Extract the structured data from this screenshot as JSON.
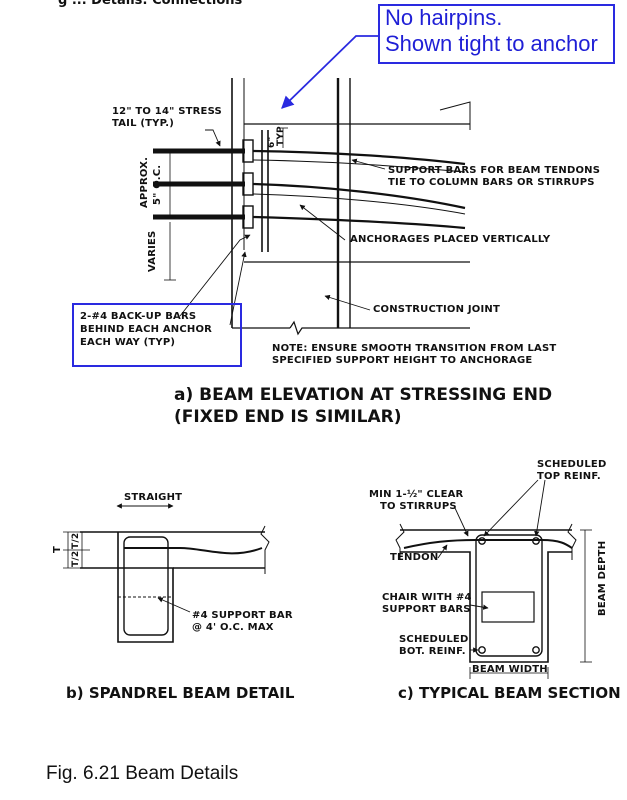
{
  "header_partial": "g  ... Details: Connections",
  "callout": {
    "line1": "No hairpins.",
    "line2": "Shown tight to anchor",
    "color": "#2a2ae0"
  },
  "elevation": {
    "stress_tail_l1": "12\" TO 14\" STRESS",
    "stress_tail_l2": "TAIL (TYP.)",
    "dim_6": "6\"",
    "typ": "TYP",
    "approx_l1": "APPROX.",
    "approx_l2": "5\" O.C.",
    "varies": "VARIES",
    "support_l1": "SUPPORT BARS FOR BEAM TENDONS",
    "support_l2": "TIE TO COLUMN BARS OR STIRRUPS",
    "anchorages": "ANCHORAGES PLACED VERTICALLY",
    "construction": "CONSTRUCTION JOINT",
    "backup_l1": "2-#4 BACK-UP BARS",
    "backup_l2": "BEHIND EACH ANCHOR",
    "backup_l3": "EACH WAY (TYP)",
    "note_l1": "NOTE: ENSURE SMOOTH TRANSITION FROM LAST",
    "note_l2": "SPECIFIED SUPPORT HEIGHT TO ANCHORAGE",
    "caption_l1": "a) BEAM ELEVATION AT STRESSING END",
    "caption_l2": "(FIXED END IS SIMILAR)"
  },
  "spandrel": {
    "straight": "STRAIGHT",
    "t": "T",
    "t2a": "T/2",
    "t2b": "T/2",
    "support_l1": "#4 SUPPORT BAR",
    "support_l2": "@ 4' O.C. MAX",
    "caption": "b) SPANDREL BEAM DETAIL"
  },
  "section": {
    "sched_top_l1": "SCHEDULED",
    "sched_top_l2": "TOP REINF.",
    "min_clear_l1": "MIN 1-½\" CLEAR",
    "min_clear_l2": "TO STIRRUPS",
    "tendon": "TENDON",
    "chair_l1": "CHAIR WITH #4",
    "chair_l2": "SUPPORT BARS",
    "sched_bot_l1": "SCHEDULED",
    "sched_bot_l2": "BOT. REINF.",
    "beam_depth": "BEAM DEPTH",
    "beam_width": "BEAM WIDTH",
    "caption": "c) TYPICAL BEAM SECTION"
  },
  "figure_caption": "Fig. 6.21  Beam Details"
}
